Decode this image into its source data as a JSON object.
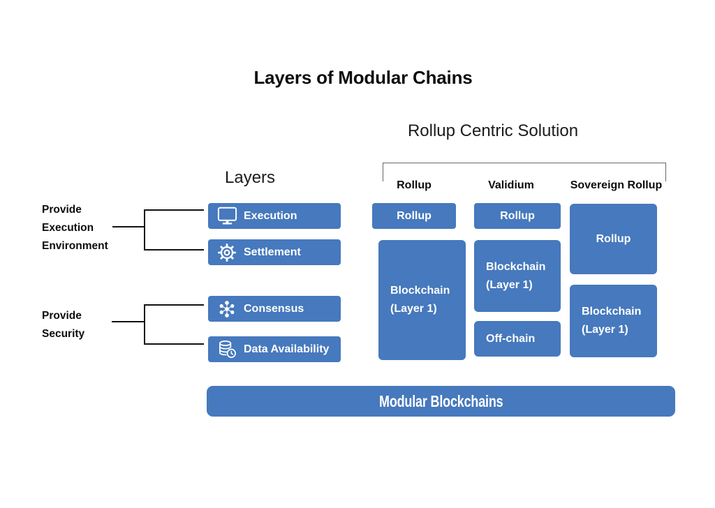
{
  "title": "Layers of Modular Chains",
  "diagram": {
    "subtitle": "Rollup Centric Solution",
    "layers_heading": "Layers",
    "annotations": [
      {
        "label": "Provide\nExecution\nEnvironment"
      },
      {
        "label": "Provide\nSecurity"
      }
    ],
    "layer_buttons": [
      {
        "icon": "monitor-icon",
        "label": "Execution"
      },
      {
        "icon": "gear-icon",
        "label": "Settlement"
      },
      {
        "icon": "network-dots-icon",
        "label": "Consensus"
      },
      {
        "icon": "database-clock-icon",
        "label": "Data Availability"
      }
    ],
    "columns": [
      {
        "header": "Rollup",
        "boxes": [
          "Rollup",
          "Blockchain\n(Layer 1)"
        ]
      },
      {
        "header": "Validium",
        "boxes": [
          "Rollup",
          "Blockchain\n(Layer 1)",
          "Off-chain"
        ]
      },
      {
        "header": "Sovereign Rollup",
        "boxes": [
          "Rollup",
          "Blockchain\n(Layer 1)"
        ]
      }
    ],
    "footer": "Modular Blockchains"
  },
  "colors": {
    "accent": "#4679bd",
    "connector": "#111111",
    "bracket": "#666666",
    "heading_text": "#0d0d0d",
    "box_text": "#ffffff"
  }
}
